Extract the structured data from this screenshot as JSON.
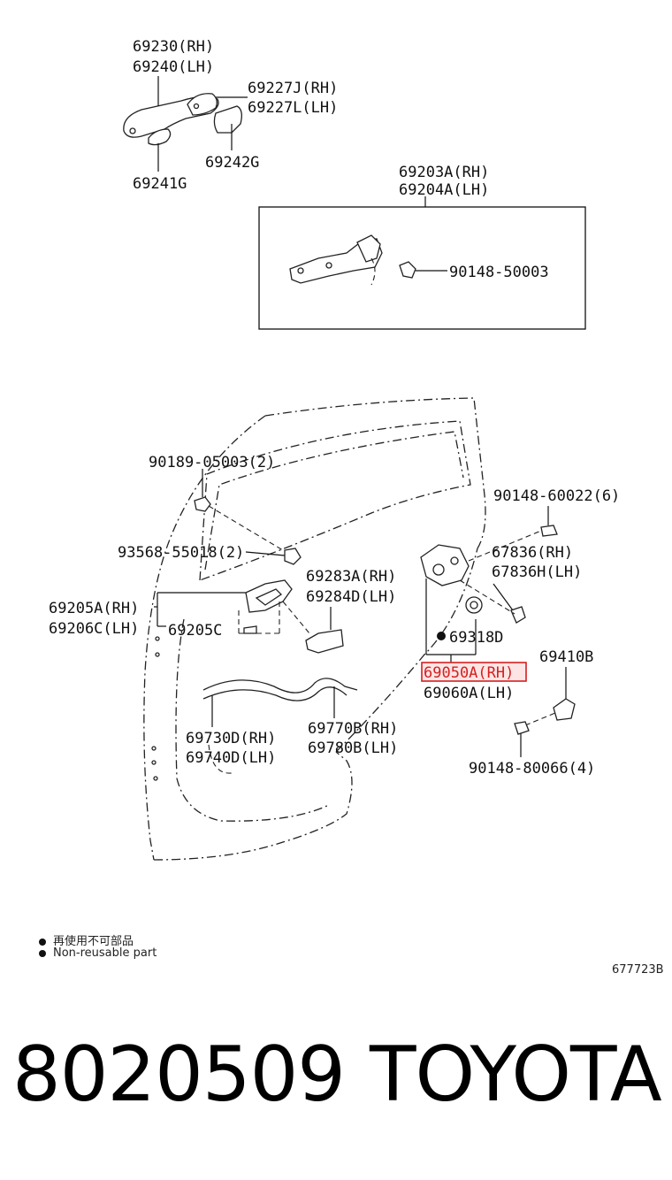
{
  "labels": {
    "l69230": "69230(RH)",
    "l69240": "69240(LH)",
    "l69227J": "69227J(RH)",
    "l69227L": "69227L(LH)",
    "l69242G": "69242G",
    "l69241G": "69241G",
    "l69203A": "69203A(RH)",
    "l69204A": "69204A(LH)",
    "l90148_50003": "90148-50003",
    "l90189": "90189-05003(2)",
    "l90148_60022": "90148-60022(6)",
    "l93568": "93568-55018(2)",
    "l67836": "67836(RH)",
    "l67836H": "67836H(LH)",
    "l69283A": "69283A(RH)",
    "l69284D": "69284D(LH)",
    "l69205A": "69205A(RH)",
    "l69206C": "69206C(LH)",
    "l69205C": "69205C",
    "l69318D": "69318D",
    "l69050A": "69050A(RH)",
    "l69060A": "69060A(LH)",
    "l69410B": "69410B",
    "l69730D": "69730D(RH)",
    "l69740D": "69740D(LH)",
    "l69770B": "69770B(RH)",
    "l69780B": "69780B(LH)",
    "l90148_80066": "90148-80066(4)"
  },
  "highlighted_part": "69050A(RH)",
  "highlight_color": "#d42020",
  "legend": {
    "chinese": "再使用不可部品",
    "english": "Non-reusable part"
  },
  "figure_code": "677723B",
  "footer": {
    "part_number": "8020509",
    "brand": "TOYOTA"
  }
}
